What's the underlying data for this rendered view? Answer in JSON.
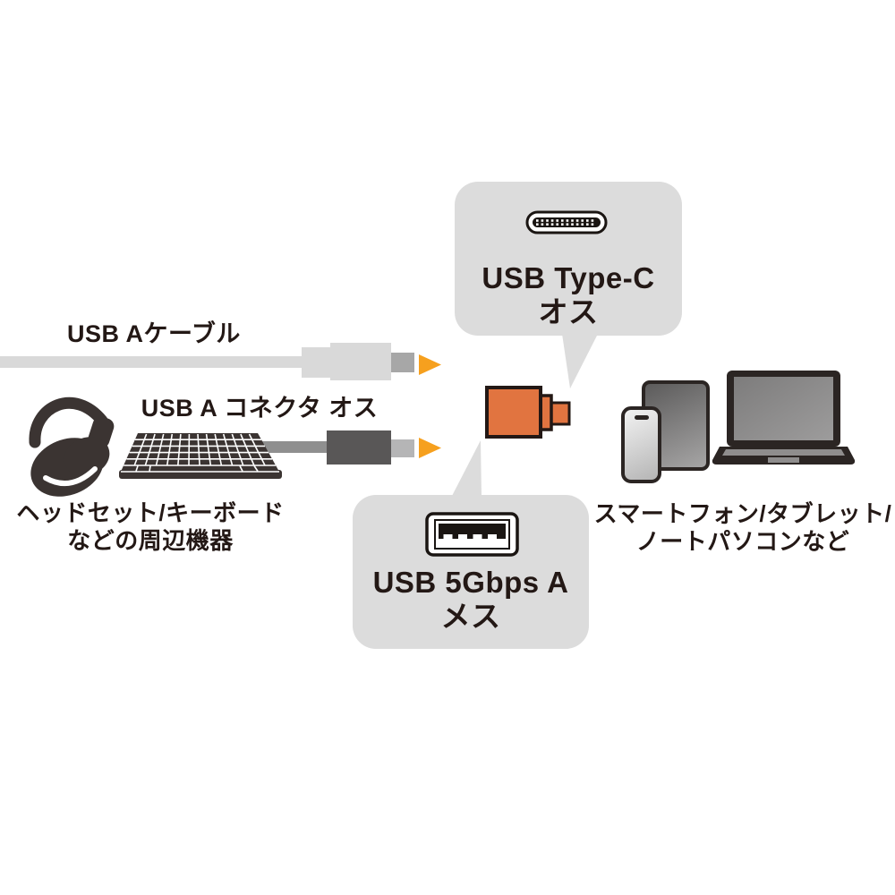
{
  "callouts": {
    "type_c": {
      "line1": "USB Type-C",
      "line2": "オス"
    },
    "usb_a": {
      "line1": "USB 5Gbps A",
      "line2": "メス"
    }
  },
  "labels": {
    "usb_a_cable": "USB Aケーブル",
    "usb_a_connector_male": "USB A コネクタ オス",
    "peripherals_line1": "ヘッドセット/キーボード",
    "peripherals_line2": "などの周辺機器",
    "devices_line1": "スマートフォン/タブレット/",
    "devices_line2": "ノートパソコンなど"
  },
  "icons": {
    "usb_type_c_port": "usb-type-c-connector-icon",
    "usb_a_port": "usb-a-port-icon",
    "adapter": "usb-c-to-a-adapter-icon",
    "arrow": "arrow-right-icon",
    "headset": "headset-icon",
    "keyboard": "keyboard-icon",
    "smartphone": "smartphone-icon",
    "tablet": "tablet-icon",
    "laptop": "laptop-icon"
  },
  "colors": {
    "callout_bg": "#dcdcdc",
    "adapter_orange": "#e17440",
    "arrow_orange": "#f6a01e",
    "ink": "#231815",
    "cable_light": "#d9d9d9",
    "cable_light_tip": "#a7a7a7",
    "cable_dark_line": "#8f8f8f",
    "connector_dark": "#595757",
    "connector_dark_tip": "#b5b5b6",
    "device_dark": "#3b3533"
  }
}
